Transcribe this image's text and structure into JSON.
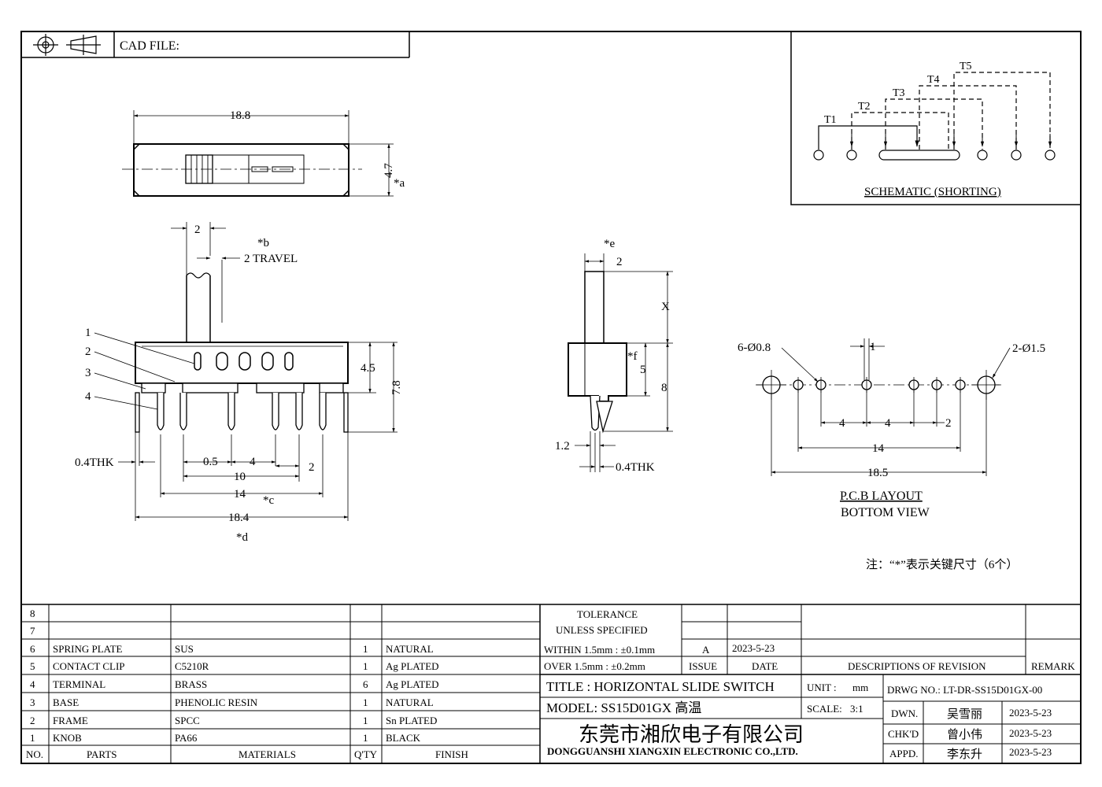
{
  "header": {
    "cad_file_label": "CAD FILE:"
  },
  "schematic": {
    "terminals": [
      "T1",
      "T2",
      "T3",
      "T4",
      "T5"
    ],
    "title": "SCHEMATIC (SHORTING)"
  },
  "top_view": {
    "width": "18.8",
    "height": "4.7",
    "key_a": "*a"
  },
  "front_view": {
    "knob_width": "2",
    "key_b": "*b",
    "travel": "2 TRAVEL",
    "callouts": [
      "1",
      "2",
      "3",
      "4"
    ],
    "h_body": "4.5",
    "h_total": "7.8",
    "thk": "0.4THK",
    "d_05": "0.5",
    "d_4": "4",
    "d_2": "2",
    "d_10": "10",
    "d_14": "14",
    "key_c": "*c",
    "d_184": "18.4",
    "key_d": "*d"
  },
  "side_view": {
    "key_e": "*e",
    "knob_w": "2",
    "x_label": "X",
    "key_f": "*f",
    "d_5": "5",
    "d_8": "8",
    "d_12": "1.2",
    "thk": "0.4THK"
  },
  "pcb": {
    "small_holes": "6-Ø0.8",
    "big_holes": "2-Ø1.5",
    "d_1": "1",
    "d_4a": "4",
    "d_4b": "4",
    "d_2": "2",
    "d_14": "14",
    "d_185": "18.5",
    "title": "P.C.B LAYOUT",
    "subtitle": "BOTTOM VIEW"
  },
  "note": "注：“*”表示关键尺寸（6个）",
  "bom": {
    "rows": [
      {
        "no": "8",
        "part": "",
        "material": "",
        "qty": "",
        "finish": ""
      },
      {
        "no": "7",
        "part": "",
        "material": "",
        "qty": "",
        "finish": ""
      },
      {
        "no": "6",
        "part": "SPRING PLATE",
        "material": "SUS",
        "qty": "1",
        "finish": "NATURAL"
      },
      {
        "no": "5",
        "part": "CONTACT CLIP",
        "material": "C5210R",
        "qty": "1",
        "finish": "Ag PLATED"
      },
      {
        "no": "4",
        "part": "TERMINAL",
        "material": "BRASS",
        "qty": "6",
        "finish": "Ag PLATED"
      },
      {
        "no": "3",
        "part": "BASE",
        "material": "PHENOLIC RESIN",
        "qty": "1",
        "finish": "NATURAL"
      },
      {
        "no": "2",
        "part": "FRAME",
        "material": "SPCC",
        "qty": "1",
        "finish": "Sn PLATED"
      },
      {
        "no": "1",
        "part": "KNOB",
        "material": "PA66",
        "qty": "1",
        "finish": "BLACK"
      }
    ],
    "headers": {
      "no": "NO.",
      "part": "PARTS",
      "material": "MATERIALS",
      "qty": "Q'TY",
      "finish": "FINISH"
    }
  },
  "title_block": {
    "tolerance_l1": "TOLERANCE",
    "tolerance_l2": "UNLESS   SPECIFIED",
    "within": "WITHIN 1.5mm : ±0.1mm",
    "over": "OVER 1.5mm : ±0.2mm",
    "issue_value": "A",
    "date_value": "2023-5-23",
    "issue_label": "ISSUE",
    "date_label": "DATE",
    "desc_label": "DESCRIPTIONS OF REVISION",
    "remark_label": "REMARK",
    "title": "TITLE : HORIZONTAL SLIDE SWITCH",
    "model": "MODEL: SS15D01GX 高温",
    "unit_label": "UNIT :",
    "unit_value": "mm",
    "scale_label": "SCALE:",
    "scale_value": "3:1",
    "drwg_no": "DRWG NO.: LT-DR-SS15D01GX-00",
    "company_cn": "东莞市湘欣电子有限公司",
    "company_en": "DONGGUANSHI XIANGXIN ELECTRONIC CO.,LTD.",
    "dwn_label": "DWN.",
    "dwn_name": "吴雪丽",
    "dwn_date": "2023-5-23",
    "chk_label": "CHK'D",
    "chk_name": "曾小伟",
    "chk_date": "2023-5-23",
    "appd_label": "APPD.",
    "appd_name": "李东升",
    "appd_date": "2023-5-23"
  }
}
